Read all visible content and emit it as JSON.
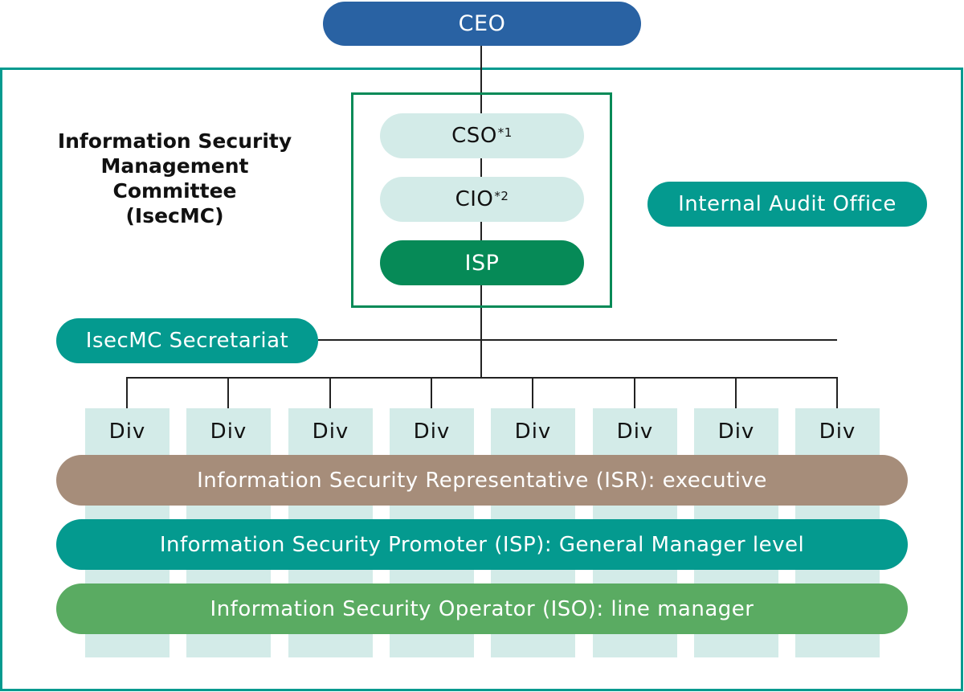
{
  "diagram": {
    "ceo": {
      "label": "CEO"
    },
    "committee": {
      "lines": [
        "Information Security",
        "Management",
        "Committee",
        "(IsecMC)"
      ]
    },
    "executives": [
      {
        "label": "CSO",
        "footnote": "*1"
      },
      {
        "label": "CIO",
        "footnote": "*2"
      },
      {
        "label": "ISP",
        "footnote": ""
      }
    ],
    "internal_audit": {
      "label": "Internal Audit Office"
    },
    "secretariat": {
      "label": "IsecMC Secretariat"
    },
    "divisions": [
      "Div",
      "Div",
      "Div",
      "Div",
      "Div",
      "Div",
      "Div",
      "Div"
    ],
    "roles": [
      {
        "label": "Information Security Representative (ISR): executive"
      },
      {
        "label": "Information Security Promoter (ISP): General Manager level"
      },
      {
        "label": "Information Security Operator (ISO): line manager"
      }
    ],
    "colors": {
      "ceo": "#2962a3",
      "teal": "#049a8f",
      "dark_green": "#068a57",
      "mint": "#d3ebe8",
      "isr_brown": "#a68d7a",
      "iso_green": "#5aab62"
    }
  }
}
